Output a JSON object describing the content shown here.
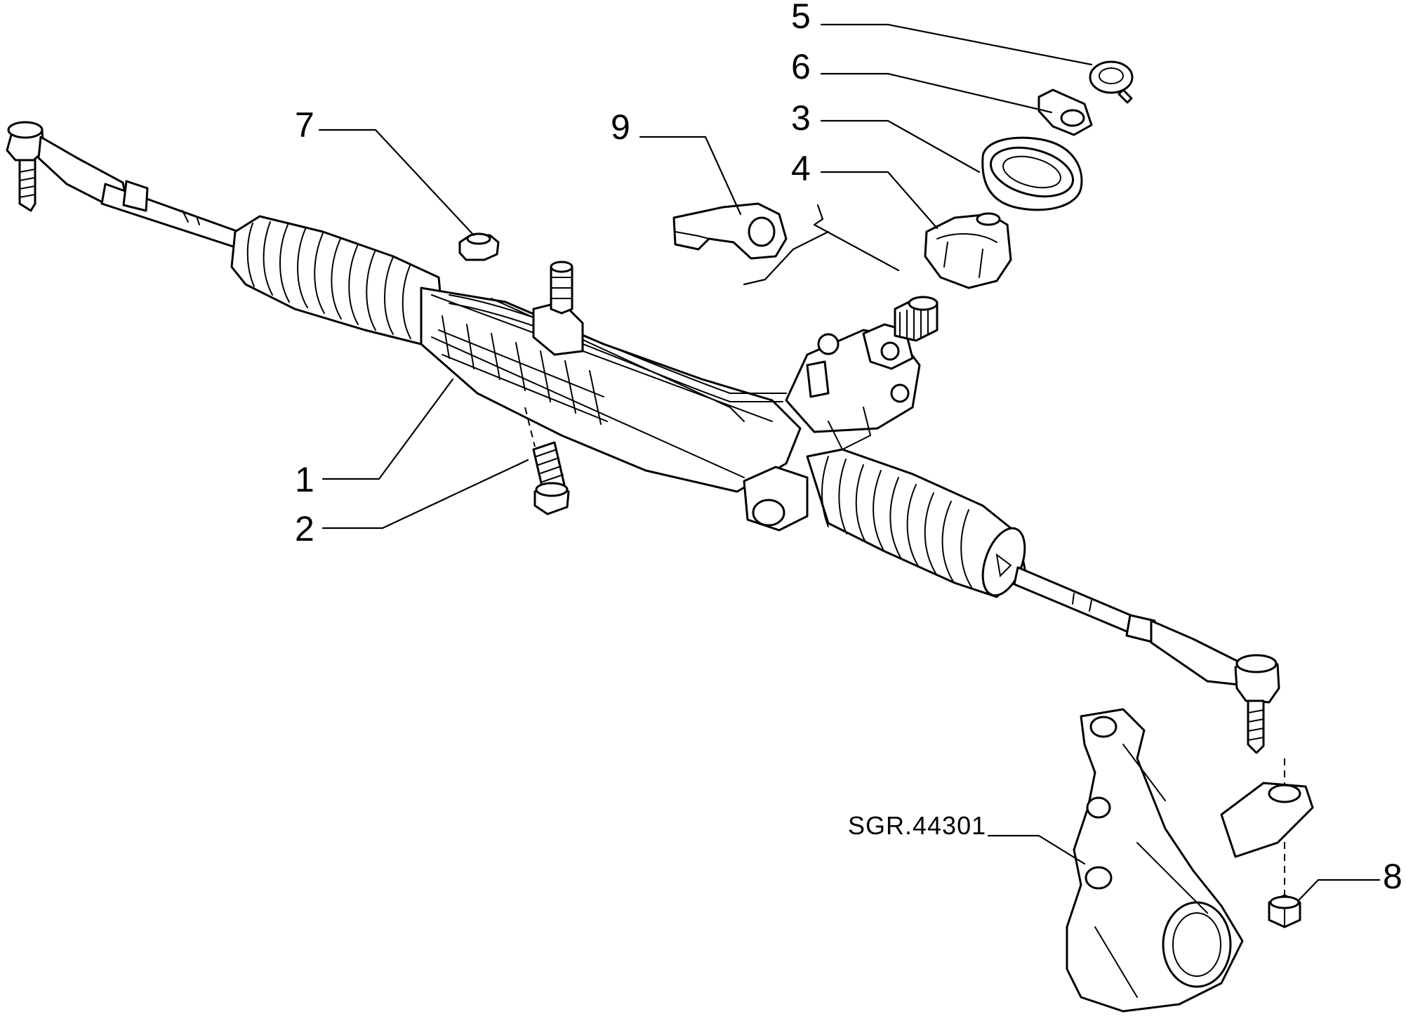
{
  "callouts": {
    "c1": "1",
    "c2": "2",
    "c3": "3",
    "c4": "4",
    "c5": "5",
    "c6": "6",
    "c7": "7",
    "c8": "8",
    "c9": "9"
  },
  "drawing_code": "SGR.44301"
}
